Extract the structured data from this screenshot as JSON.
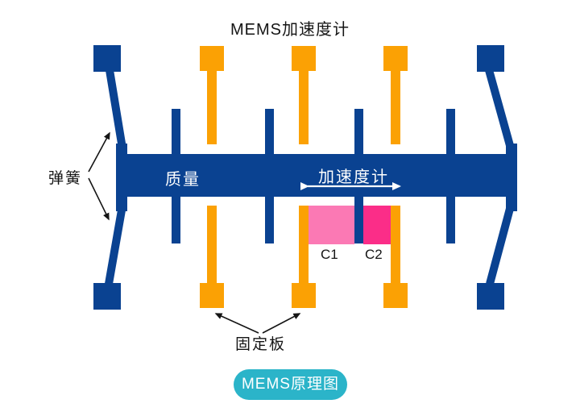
{
  "title": "MEMS加速度计",
  "colors": {
    "blue": "#0a4291",
    "orange": "#fba104",
    "pink_light": "#fb79b4",
    "pink_deep": "#fb2d88",
    "teal": "#2bb4c9",
    "text_dark": "#151515",
    "white": "#ffffff"
  },
  "diagram": {
    "labels": {
      "spring": "弹簧",
      "mass": "质量",
      "accelerometer": "加速度计",
      "fixed_plate": "固定板",
      "capacitor_left": "C1",
      "capacitor_right": "C2"
    }
  },
  "button": {
    "label": "MEMS原理图"
  }
}
